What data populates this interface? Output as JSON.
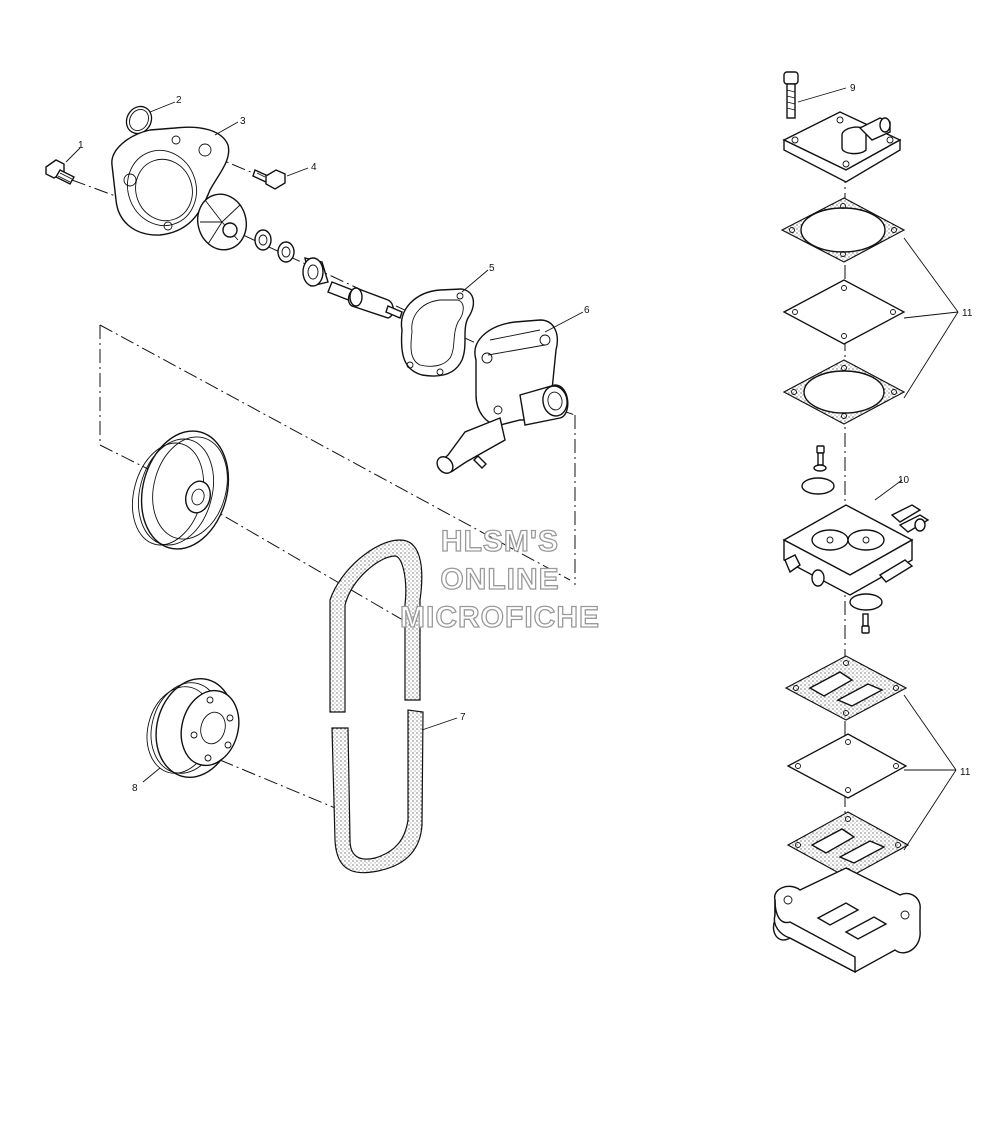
{
  "callouts": {
    "c1": "1",
    "c2": "2",
    "c3": "3",
    "c4": "4",
    "c5": "5",
    "c6": "6",
    "c7": "7",
    "c8": "8",
    "c9": "9",
    "c10": "10",
    "c11a": "11",
    "c11b": "11"
  },
  "watermark": {
    "line1": "HLSM'S",
    "line2": "ONLINE",
    "line3": "MICROFICHE"
  }
}
